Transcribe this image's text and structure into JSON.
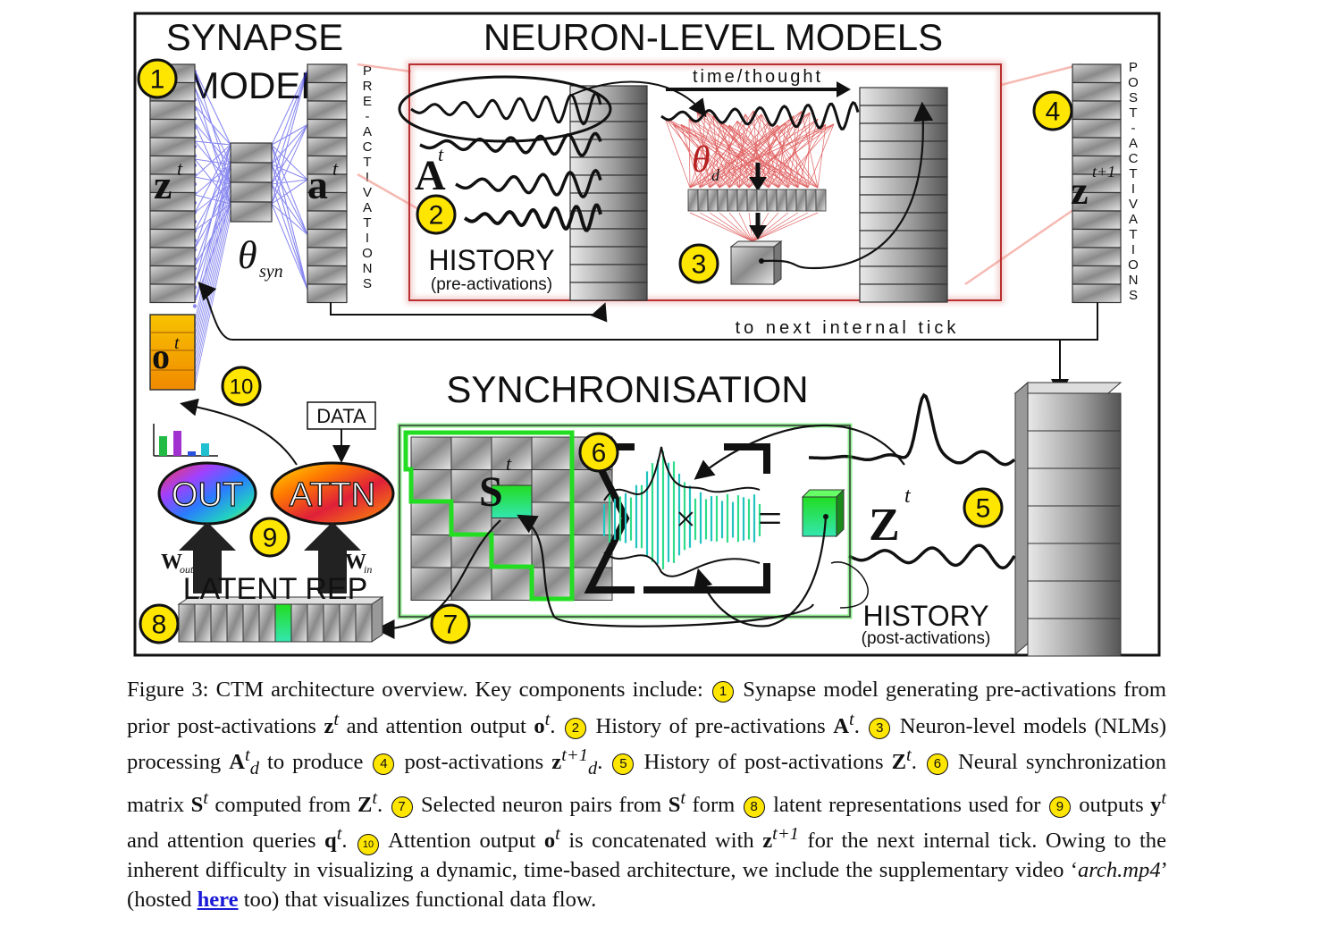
{
  "figure": {
    "titles": {
      "synapse": "SYNAPSE",
      "model": "MODEL",
      "nlm": "NEURON-LEVEL MODELS",
      "sync": "SYNCHRONISATION"
    },
    "labels": {
      "pre_activations": [
        "P",
        "R",
        "E",
        "-",
        "A",
        "C",
        "T",
        "I",
        "V",
        "A",
        "T",
        "I",
        "O",
        "N",
        "S"
      ],
      "post_activations": [
        "P",
        "O",
        "S",
        "T",
        "-",
        "A",
        "C",
        "T",
        "I",
        "V",
        "A",
        "T",
        "I",
        "O",
        "N",
        "S"
      ],
      "time_thought": "time/thought",
      "to_next_tick": "to next internal tick",
      "history_pre": "HISTORY",
      "history_pre_sub": "(pre-activations)",
      "history_post": "HISTORY",
      "history_post_sub": "(post-activations)",
      "data": "DATA",
      "out": "OUT",
      "attn": "ATTN",
      "latent_rep": "LATENT REP",
      "w_out": "W",
      "w_out_sub": "out",
      "w_in": "W",
      "w_in_sub": "in",
      "theta_syn": "θ",
      "theta_syn_sub": "syn",
      "theta_d": "θ",
      "theta_d_sub": "d",
      "z_t": "z",
      "a_t": "a",
      "o_t": "o",
      "A_t": "A",
      "S_t": "S",
      "Z_t": "Z",
      "z_t1": "z",
      "sup_t": "t",
      "sup_t1": "t+1",
      "times": "×",
      "equals": "="
    },
    "badges": [
      "1",
      "2",
      "3",
      "4",
      "5",
      "6",
      "7",
      "8",
      "9",
      "10"
    ],
    "colors": {
      "badge": "#ffe600",
      "synapse_lines": "#2a2ae6",
      "nlm_lines": "#d42020",
      "sync_green": "#22dd22",
      "latent_highlight": "#2ee89a",
      "output_orange": "#f5a300"
    }
  },
  "caption": {
    "fig_label": "Figure 3:",
    "intro": "CTM architecture overview. Key components include:",
    "c1": "Synapse model generating pre-activations from prior post-activations",
    "c1b": "and attention output",
    "c2": "History of pre-activations",
    "c3": "Neuron-level models (NLMs) processing",
    "c3b": "to produce",
    "c4": "post-activations",
    "c5": "History of post-activations",
    "c6": "Neural synchronization matrix",
    "c6b": "computed from",
    "c7": "Selected neuron pairs from",
    "c7b": "form",
    "c8": "latent representations used for",
    "c9": "outputs",
    "c9b": "and attention queries",
    "c10": "Attention output",
    "c10b": "is concatenated with",
    "c10c": "for the next internal tick. Owing to the inherent difficulty in visualizing a dynamic, time-based architecture, we include the supplementary video",
    "video": "arch.mp4",
    "hosted_pre": "(hosted",
    "here": "here",
    "hosted_post": "too) that visualizes functional data flow."
  }
}
